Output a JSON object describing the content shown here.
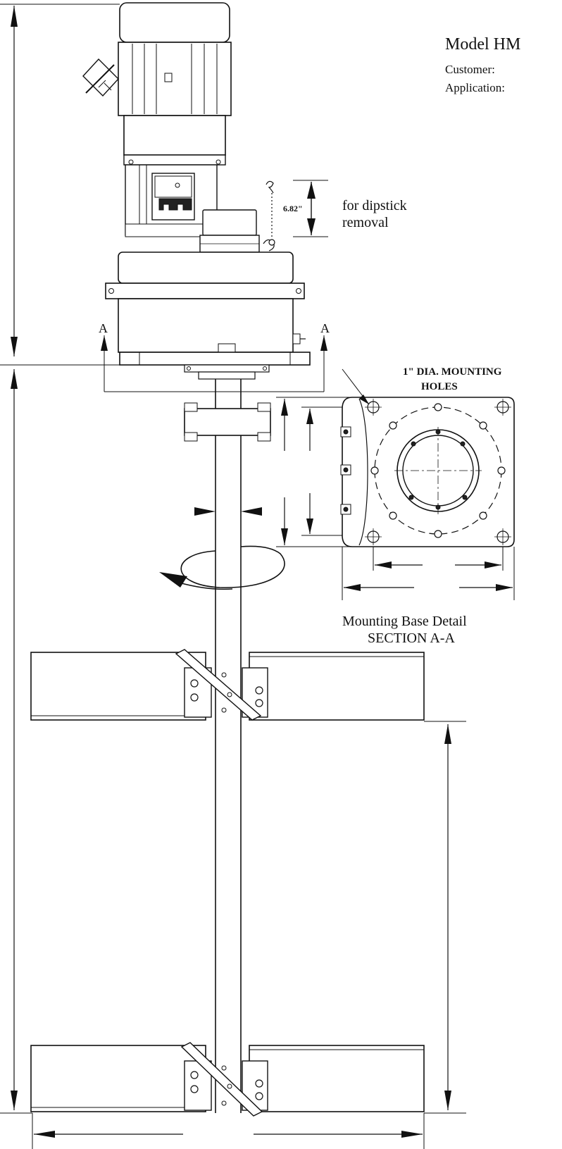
{
  "title": {
    "model": "Model HM",
    "customer_label": "Customer:",
    "application_label": "Application:"
  },
  "dipstick": {
    "dimension": "6.82\"",
    "note_line1": "for dipstick",
    "note_line2": "removal"
  },
  "section_marks": {
    "left": "A",
    "right": "A"
  },
  "mounting": {
    "holes_line1": "1\" DIA. MOUNTING",
    "holes_line2": "HOLES",
    "caption_line1": "Mounting Base Detail",
    "caption_line2": "SECTION A-A"
  },
  "colors": {
    "ink": "#111111",
    "paper": "#ffffff",
    "shade": "#d9d9d9"
  }
}
